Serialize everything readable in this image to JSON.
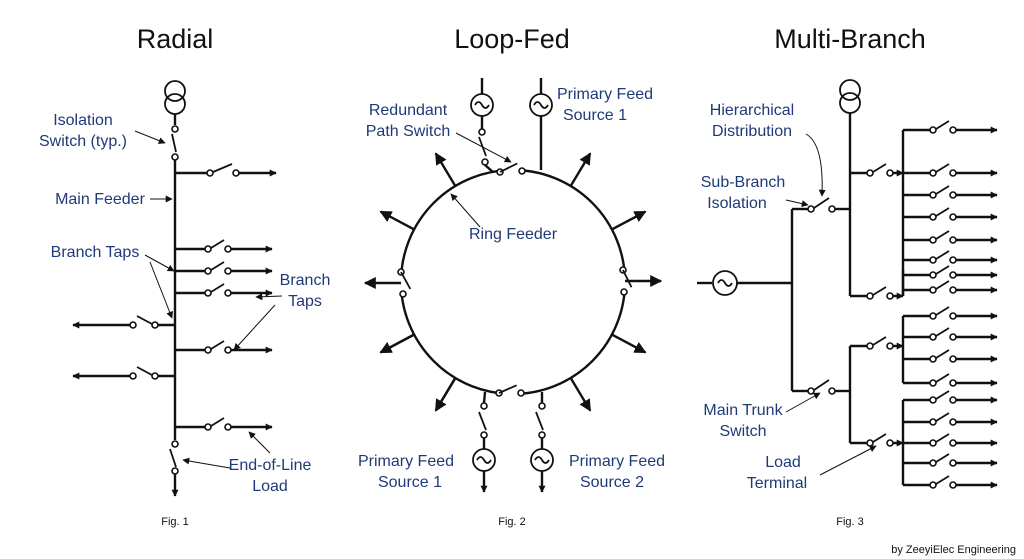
{
  "colors": {
    "label": "#1f3a78",
    "line": "#111111"
  },
  "panels": {
    "radial": {
      "title": "Radial",
      "fig": "Fig. 1",
      "labels": {
        "isolation_1": "Isolation",
        "isolation_2": "Switch (typ.)",
        "main_feeder": "Main Feeder",
        "branch_taps_left": "Branch Taps",
        "branch_taps_right_1": "Branch",
        "branch_taps_right_2": "Taps",
        "end_of_line_1": "End-of-Line",
        "end_of_line_2": "Load"
      }
    },
    "loop": {
      "title": "Loop-Fed",
      "fig": "Fig. 2",
      "labels": {
        "redundant_1": "Redundant",
        "redundant_2": "Path Switch",
        "primary_top_1": "Primary Feed",
        "primary_top_2": "Source 1",
        "ring_feeder": "Ring Feeder",
        "primary_bl_1": "Primary Feed",
        "primary_bl_2": "Source 1",
        "primary_br_1": "Primary Feed",
        "primary_br_2": "Source 2"
      }
    },
    "multi": {
      "title": "Multi-Branch",
      "fig": "Fig. 3",
      "labels": {
        "hier_1": "Hierarchical",
        "hier_2": "Distribution",
        "subbranch_1": "Sub-Branch",
        "subbranch_2": "Isolation",
        "trunk_1": "Main Trunk",
        "trunk_2": "Switch",
        "load_1": "Load",
        "load_2": "Terminal"
      }
    }
  },
  "credit": "by ZeeyiElec Engineering"
}
